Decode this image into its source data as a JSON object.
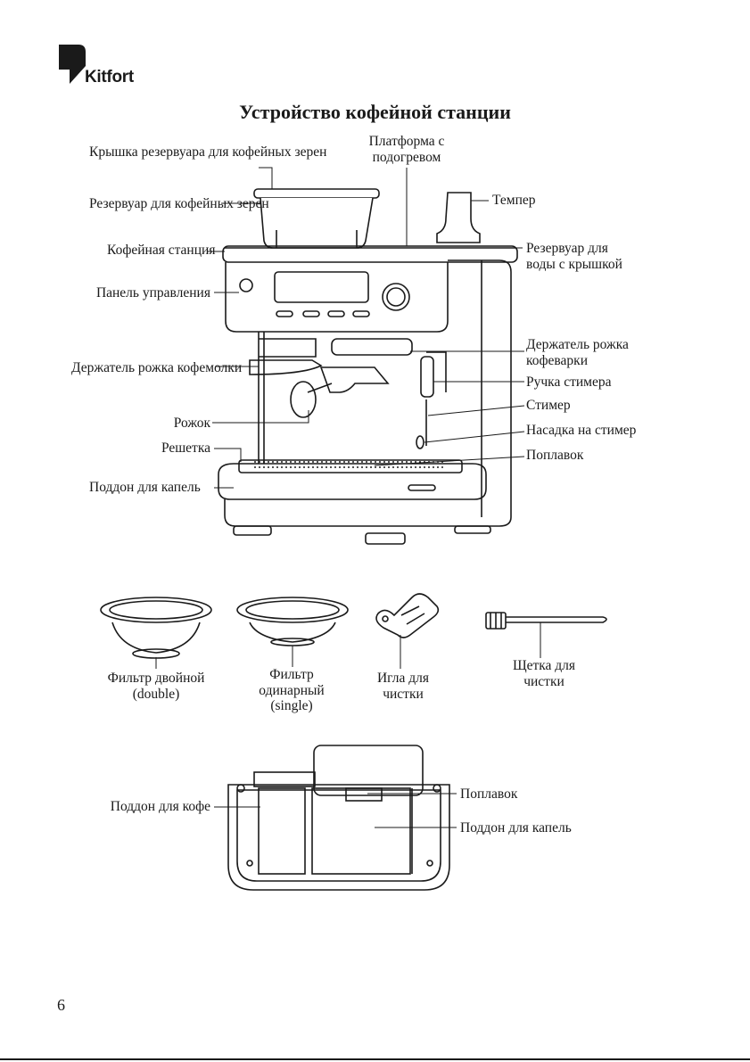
{
  "brand": {
    "name": "Kitfort"
  },
  "title": "Устройство кофейной станции",
  "machine_labels": {
    "bean_lid": "Крышка резервуара для кофейных зерен",
    "bean_hopper": "Резервуар для кофейных зерен",
    "coffee_station": "Кофейная станция",
    "control_panel": "Панель управления",
    "grinder_holder": "Держатель рожка кофемолки",
    "portafilter": "Рожок",
    "grille": "Решетка",
    "drip_tray": "Поддон для капель",
    "warming_platform": "Платформа с подогревом",
    "tamper": "Темпер",
    "water_tank": "Резервуар для воды с крышкой",
    "brew_holder": "Держатель рожка кофеварки",
    "steam_handle": "Ручка стимера",
    "steamer": "Стимер",
    "steam_nozzle": "Насадка на стимер",
    "float": "Поплавок"
  },
  "accessories": {
    "filter_double": "Фильтр двойной (double)",
    "filter_single": "Фильтр одинарный (single)",
    "cleaning_needle": "Игла для чистки",
    "cleaning_brush": "Щетка для чистки"
  },
  "tray_labels": {
    "coffee_tray": "Поддон для кофе",
    "float": "Поплавок",
    "drip_tray": "Поддон для капель"
  },
  "page_number": "6"
}
